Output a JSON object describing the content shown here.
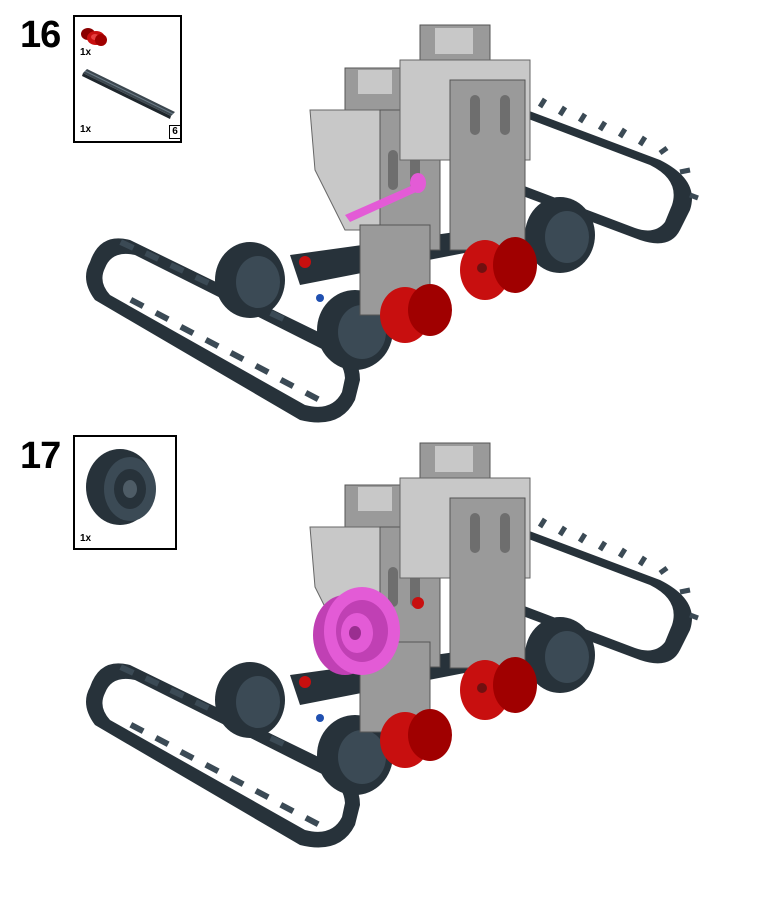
{
  "steps": [
    {
      "number": "16",
      "parts": [
        {
          "name": "axle-connector-2l",
          "quantity": "1x",
          "color": "#b40000"
        },
        {
          "name": "axle-6l",
          "quantity": "1x",
          "length_label": "6",
          "color": "#3c474f"
        }
      ],
      "highlight_color": "#e35bd6"
    },
    {
      "number": "17",
      "parts": [
        {
          "name": "wheel-hub",
          "quantity": "1x",
          "color": "#27323a"
        }
      ],
      "highlight_color": "#e35bd6"
    }
  ],
  "colors": {
    "track": "#27323a",
    "track_link": "#3b4a55",
    "brick_gray": "#9a9a9a",
    "brick_light": "#c8c8c8",
    "brick_dark": "#6e6e6e",
    "red_part": "#c80f0f",
    "magenta_part": "#e35bd6"
  }
}
